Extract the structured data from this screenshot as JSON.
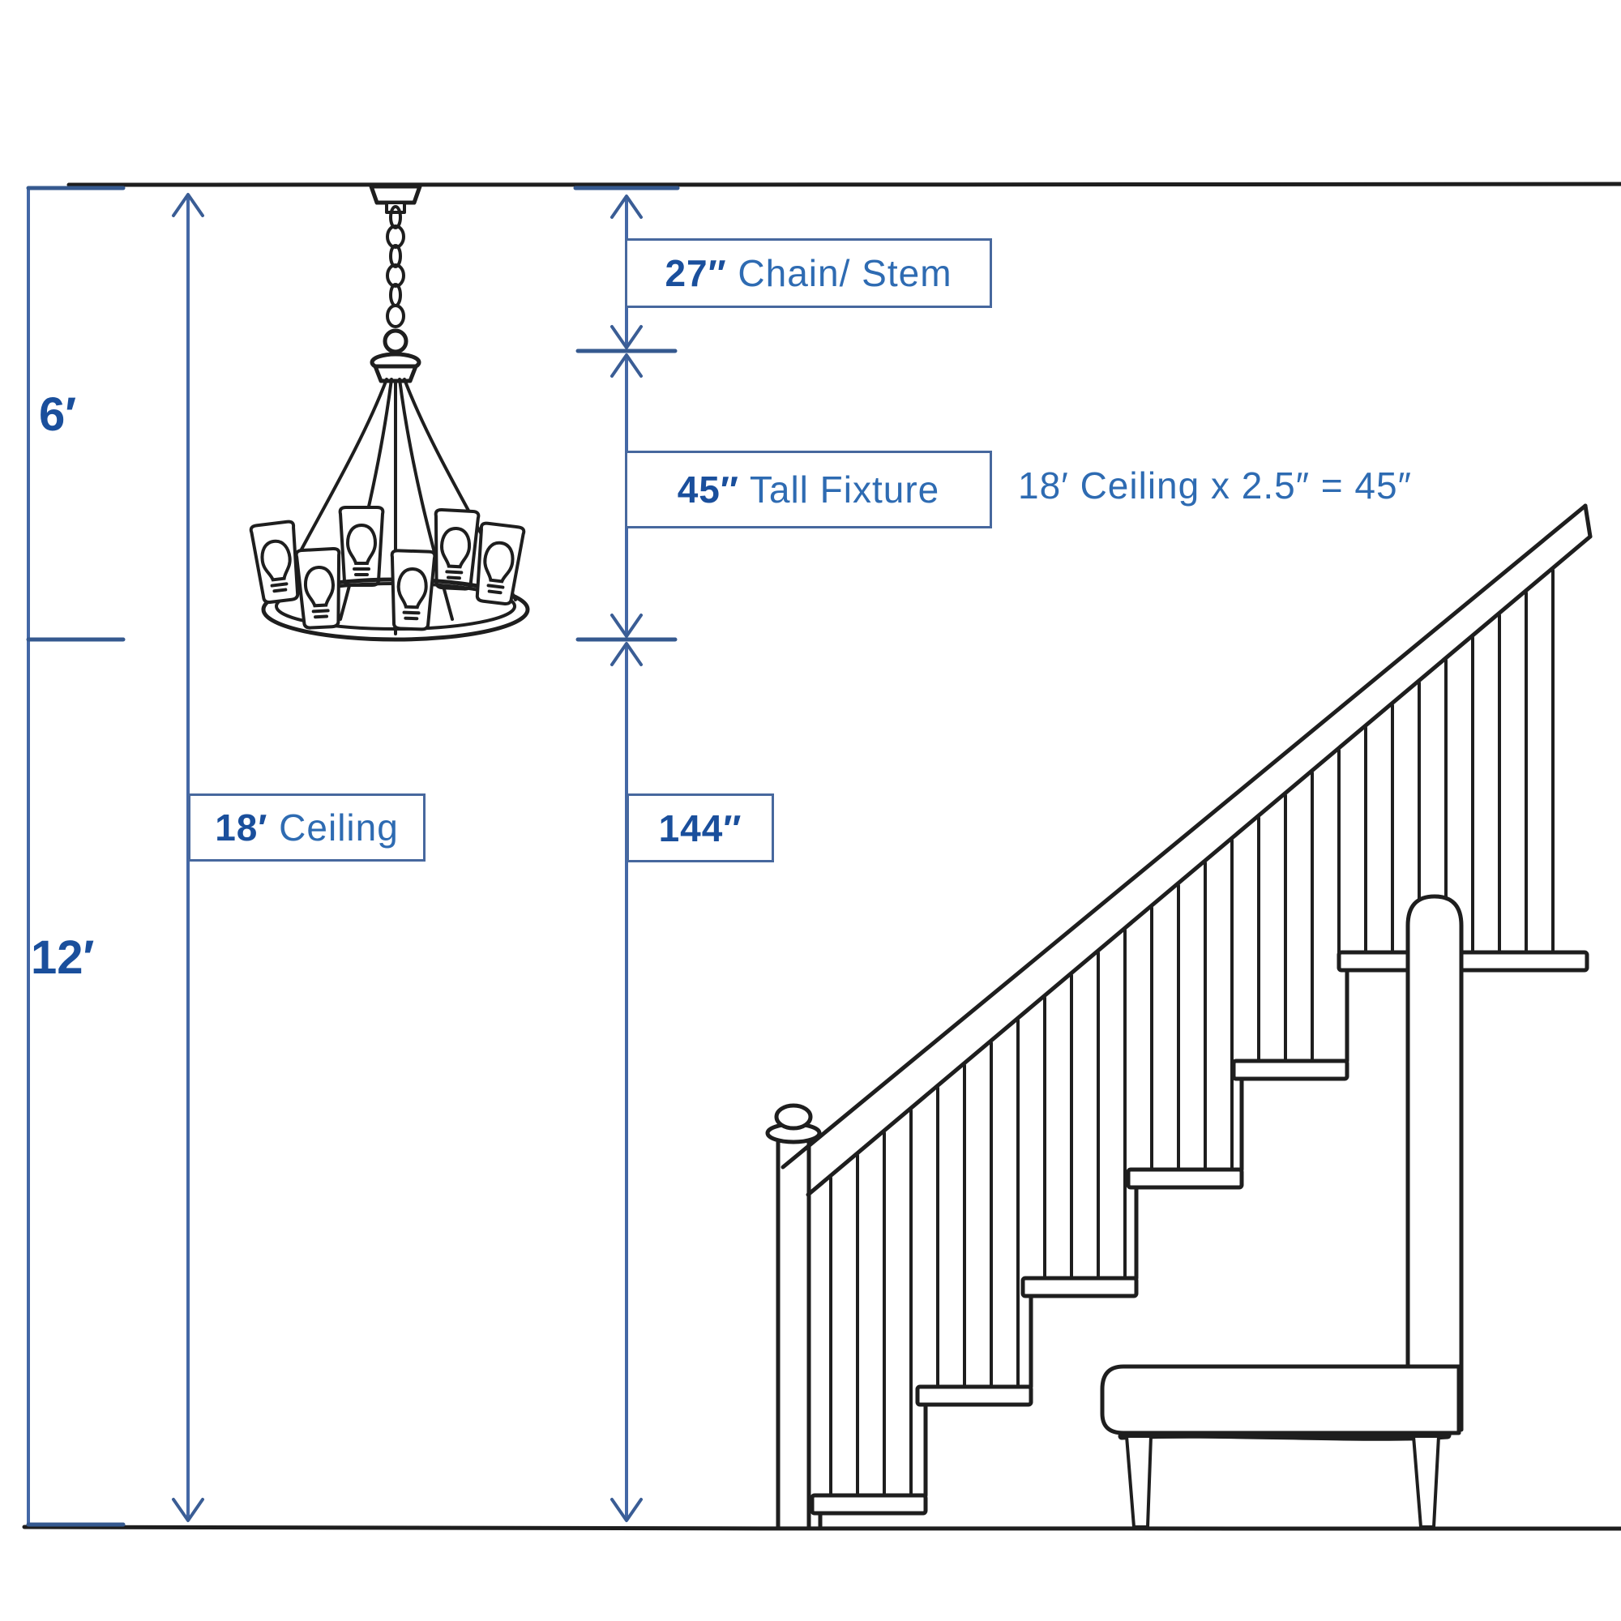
{
  "measurements": {
    "wall_upper": "6′",
    "wall_lower": "12′",
    "chain": {
      "value": "27″",
      "label": " Chain/ Stem"
    },
    "fixture": {
      "value": "45″",
      "label": " Tall Fixture"
    },
    "ceiling": {
      "value": "18′",
      "label": " Ceiling"
    },
    "drop": {
      "value": "144″",
      "label": ""
    },
    "formula": "18′ Ceiling x 2.5″ = 45″"
  },
  "colors": {
    "dimension_blue": "#4468a6",
    "value_navy": "#1a4f9c",
    "label_blue": "#2e6bb2",
    "box_border": "#47689e",
    "sketch_black": "#1e1e1e"
  }
}
